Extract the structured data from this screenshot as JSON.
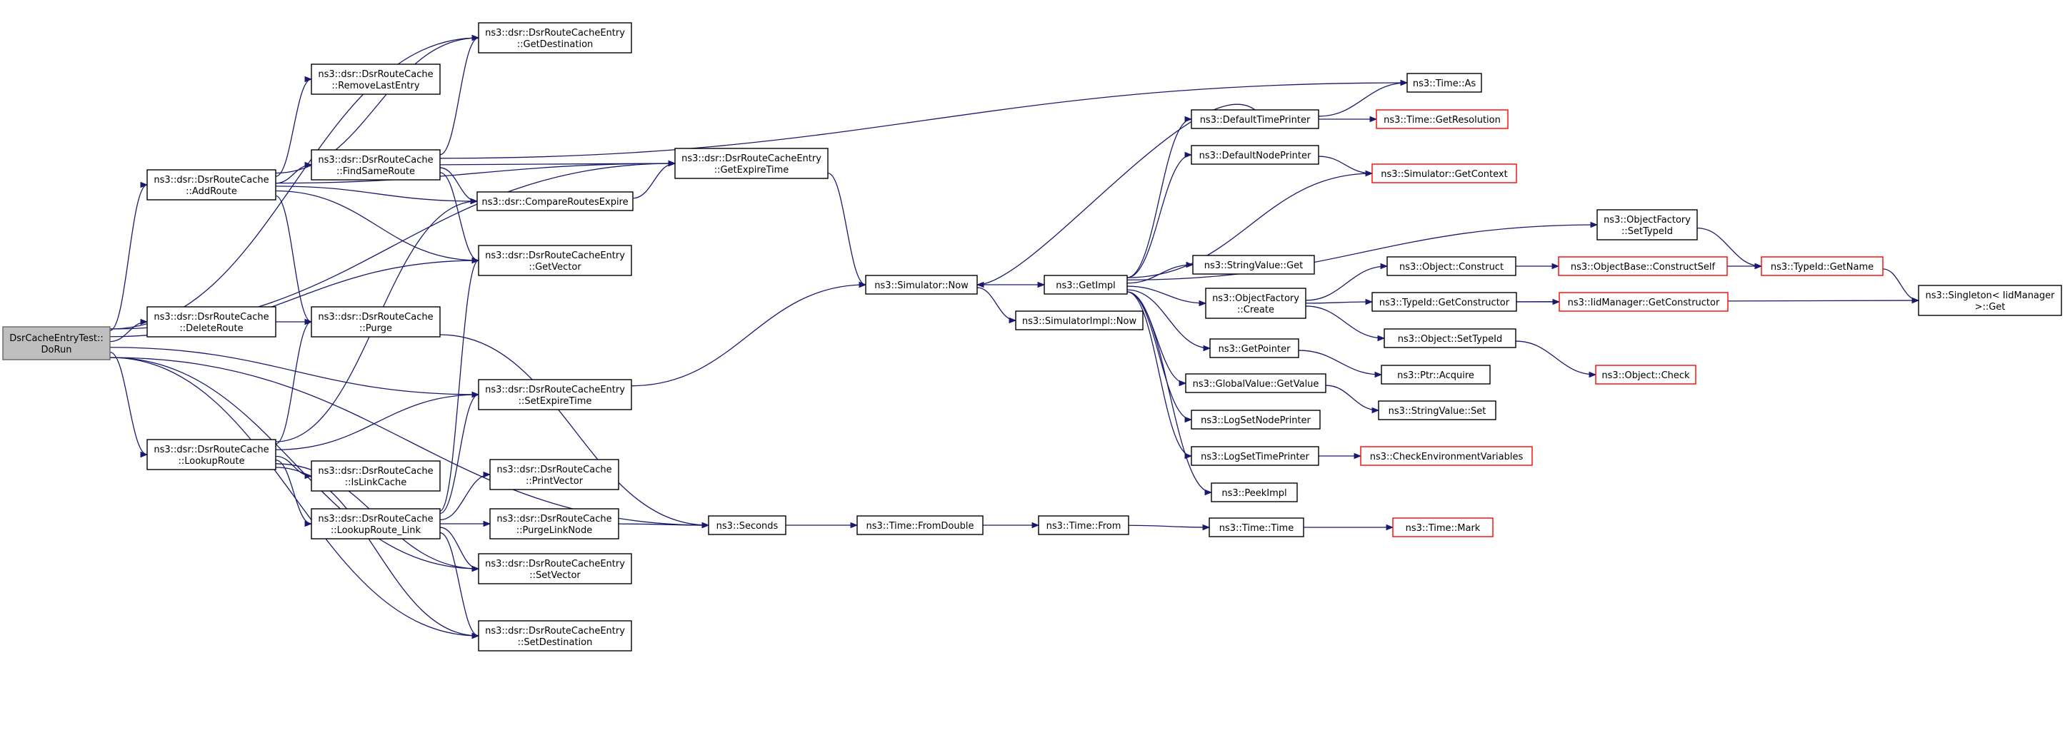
{
  "colors": {
    "edge": "#191970",
    "root_fill": "#bfbfbf",
    "truncated_border": "#ff0000",
    "node_border": "#000000"
  },
  "nodes": [
    {
      "id": "doRun",
      "lines": [
        "DsrCacheEntryTest::",
        "DoRun"
      ],
      "kind": "root"
    },
    {
      "id": "getDestination",
      "lines": [
        "ns3::dsr::DsrRouteCacheEntry",
        "::GetDestination"
      ],
      "kind": "normal"
    },
    {
      "id": "removeLastEntry",
      "lines": [
        "ns3::dsr::DsrRouteCache",
        "::RemoveLastEntry"
      ],
      "kind": "normal"
    },
    {
      "id": "addRoute",
      "lines": [
        "ns3::dsr::DsrRouteCache",
        "::AddRoute"
      ],
      "kind": "normal"
    },
    {
      "id": "findSameRoute",
      "lines": [
        "ns3::dsr::DsrRouteCache",
        "::FindSameRoute"
      ],
      "kind": "normal"
    },
    {
      "id": "getExpireTime",
      "lines": [
        "ns3::dsr::DsrRouteCacheEntry",
        "::GetExpireTime"
      ],
      "kind": "normal"
    },
    {
      "id": "compareRoutesExpire",
      "lines": [
        "ns3::dsr::CompareRoutesExpire"
      ],
      "kind": "normal"
    },
    {
      "id": "getVector",
      "lines": [
        "ns3::dsr::DsrRouteCacheEntry",
        "::GetVector"
      ],
      "kind": "normal"
    },
    {
      "id": "deleteRoute",
      "lines": [
        "ns3::dsr::DsrRouteCache",
        "::DeleteRoute"
      ],
      "kind": "normal"
    },
    {
      "id": "purge",
      "lines": [
        "ns3::dsr::DsrRouteCache",
        "::Purge"
      ],
      "kind": "normal"
    },
    {
      "id": "setExpireTime",
      "lines": [
        "ns3::dsr::DsrRouteCacheEntry",
        "::SetExpireTime"
      ],
      "kind": "normal"
    },
    {
      "id": "lookupRoute",
      "lines": [
        "ns3::dsr::DsrRouteCache",
        "::LookupRoute"
      ],
      "kind": "normal"
    },
    {
      "id": "isLinkCache",
      "lines": [
        "ns3::dsr::DsrRouteCache",
        "::IsLinkCache"
      ],
      "kind": "normal"
    },
    {
      "id": "printVector",
      "lines": [
        "ns3::dsr::DsrRouteCache",
        "::PrintVector"
      ],
      "kind": "normal"
    },
    {
      "id": "lookupRouteLink",
      "lines": [
        "ns3::dsr::DsrRouteCache",
        "::LookupRoute_Link"
      ],
      "kind": "normal"
    },
    {
      "id": "purgeLinkNode",
      "lines": [
        "ns3::dsr::DsrRouteCache",
        "::PurgeLinkNode"
      ],
      "kind": "normal"
    },
    {
      "id": "setVector",
      "lines": [
        "ns3::dsr::DsrRouteCacheEntry",
        "::SetVector"
      ],
      "kind": "normal"
    },
    {
      "id": "setDestination",
      "lines": [
        "ns3::dsr::DsrRouteCacheEntry",
        "::SetDestination"
      ],
      "kind": "normal"
    },
    {
      "id": "seconds",
      "lines": [
        "ns3::Seconds"
      ],
      "kind": "normal"
    },
    {
      "id": "simNow",
      "lines": [
        "ns3::Simulator::Now"
      ],
      "kind": "normal"
    },
    {
      "id": "simImplNow",
      "lines": [
        "ns3::SimulatorImpl::Now"
      ],
      "kind": "normal"
    },
    {
      "id": "getImpl",
      "lines": [
        "ns3::GetImpl"
      ],
      "kind": "normal"
    },
    {
      "id": "fromDouble",
      "lines": [
        "ns3::Time::FromDouble"
      ],
      "kind": "normal"
    },
    {
      "id": "timeFrom",
      "lines": [
        "ns3::Time::From"
      ],
      "kind": "normal"
    },
    {
      "id": "timeTime",
      "lines": [
        "ns3::Time::Time"
      ],
      "kind": "normal"
    },
    {
      "id": "timeMark",
      "lines": [
        "ns3::Time::Mark"
      ],
      "kind": "trunc"
    },
    {
      "id": "timeAs",
      "lines": [
        "ns3::Time::As"
      ],
      "kind": "normal"
    },
    {
      "id": "defaultTimePrinter",
      "lines": [
        "ns3::DefaultTimePrinter"
      ],
      "kind": "normal"
    },
    {
      "id": "getResolution",
      "lines": [
        "ns3::Time::GetResolution"
      ],
      "kind": "trunc"
    },
    {
      "id": "defaultNodePrinter",
      "lines": [
        "ns3::DefaultNodePrinter"
      ],
      "kind": "normal"
    },
    {
      "id": "getContext",
      "lines": [
        "ns3::Simulator::GetContext"
      ],
      "kind": "trunc"
    },
    {
      "id": "stringValueGet",
      "lines": [
        "ns3::StringValue::Get"
      ],
      "kind": "normal"
    },
    {
      "id": "objectFactoryCreate",
      "lines": [
        "ns3::ObjectFactory",
        "::Create"
      ],
      "kind": "normal"
    },
    {
      "id": "getPointer",
      "lines": [
        "ns3::GetPointer"
      ],
      "kind": "normal"
    },
    {
      "id": "globalValueGetValue",
      "lines": [
        "ns3::GlobalValue::GetValue"
      ],
      "kind": "normal"
    },
    {
      "id": "logSetNodePrinter",
      "lines": [
        "ns3::LogSetNodePrinter"
      ],
      "kind": "normal"
    },
    {
      "id": "logSetTimePrinter",
      "lines": [
        "ns3::LogSetTimePrinter"
      ],
      "kind": "normal"
    },
    {
      "id": "peekImpl",
      "lines": [
        "ns3::PeekImpl"
      ],
      "kind": "normal"
    },
    {
      "id": "objectFactorySetTypeId",
      "lines": [
        "ns3::ObjectFactory",
        "::SetTypeId"
      ],
      "kind": "normal"
    },
    {
      "id": "objectConstruct",
      "lines": [
        "ns3::Object::Construct"
      ],
      "kind": "normal"
    },
    {
      "id": "typeIdGetConstructor",
      "lines": [
        "ns3::TypeId::GetConstructor"
      ],
      "kind": "normal"
    },
    {
      "id": "objectSetTypeId",
      "lines": [
        "ns3::Object::SetTypeId"
      ],
      "kind": "normal"
    },
    {
      "id": "ptrAcquire",
      "lines": [
        "ns3::Ptr::Acquire"
      ],
      "kind": "normal"
    },
    {
      "id": "stringValueSet",
      "lines": [
        "ns3::StringValue::Set"
      ],
      "kind": "normal"
    },
    {
      "id": "checkEnvVars",
      "lines": [
        "ns3::CheckEnvironmentVariables"
      ],
      "kind": "trunc"
    },
    {
      "id": "constructSelf",
      "lines": [
        "ns3::ObjectBase::ConstructSelf"
      ],
      "kind": "trunc"
    },
    {
      "id": "iidGetConstructor",
      "lines": [
        "ns3::IidManager::GetConstructor"
      ],
      "kind": "trunc"
    },
    {
      "id": "objectCheck",
      "lines": [
        "ns3::Object::Check"
      ],
      "kind": "trunc"
    },
    {
      "id": "typeIdGetName",
      "lines": [
        "ns3::TypeId::GetName"
      ],
      "kind": "trunc"
    },
    {
      "id": "singletonGet",
      "lines": [
        "ns3::Singleton< IidManager",
        ">::Get"
      ],
      "kind": "normal"
    }
  ],
  "edges": [
    [
      "doRun",
      "getDestination"
    ],
    [
      "doRun",
      "getExpireTime"
    ],
    [
      "doRun",
      "addRoute"
    ],
    [
      "doRun",
      "getVector"
    ],
    [
      "doRun",
      "deleteRoute"
    ],
    [
      "doRun",
      "setExpireTime"
    ],
    [
      "doRun",
      "lookupRoute"
    ],
    [
      "doRun",
      "setVector"
    ],
    [
      "doRun",
      "setDestination"
    ],
    [
      "doRun",
      "seconds"
    ],
    [
      "addRoute",
      "getDestination"
    ],
    [
      "addRoute",
      "removeLastEntry"
    ],
    [
      "addRoute",
      "findSameRoute"
    ],
    [
      "addRoute",
      "getExpireTime"
    ],
    [
      "addRoute",
      "compareRoutesExpire"
    ],
    [
      "addRoute",
      "getVector"
    ],
    [
      "addRoute",
      "purge"
    ],
    [
      "findSameRoute",
      "getDestination"
    ],
    [
      "findSameRoute",
      "getExpireTime"
    ],
    [
      "findSameRoute",
      "compareRoutesExpire"
    ],
    [
      "findSameRoute",
      "getVector"
    ],
    [
      "findSameRoute",
      "timeAs"
    ],
    [
      "compareRoutesExpire",
      "getExpireTime"
    ],
    [
      "getExpireTime",
      "simNow"
    ],
    [
      "deleteRoute",
      "purge"
    ],
    [
      "purge",
      "seconds"
    ],
    [
      "setExpireTime",
      "simNow"
    ],
    [
      "lookupRoute",
      "purge"
    ],
    [
      "lookupRoute",
      "compareRoutesExpire"
    ],
    [
      "lookupRoute",
      "setExpireTime"
    ],
    [
      "lookupRoute",
      "isLinkCache"
    ],
    [
      "lookupRoute",
      "lookupRouteLink"
    ],
    [
      "lookupRoute",
      "setVector"
    ],
    [
      "lookupRoute",
      "setDestination"
    ],
    [
      "lookupRouteLink",
      "getVector"
    ],
    [
      "lookupRouteLink",
      "setExpireTime"
    ],
    [
      "lookupRouteLink",
      "printVector"
    ],
    [
      "lookupRouteLink",
      "purgeLinkNode"
    ],
    [
      "lookupRouteLink",
      "setVector"
    ],
    [
      "lookupRouteLink",
      "setDestination"
    ],
    [
      "purgeLinkNode",
      "seconds"
    ],
    [
      "seconds",
      "fromDouble"
    ],
    [
      "fromDouble",
      "timeFrom"
    ],
    [
      "timeFrom",
      "timeTime"
    ],
    [
      "timeTime",
      "timeMark"
    ],
    [
      "simNow",
      "getImpl"
    ],
    [
      "simNow",
      "simImplNow"
    ],
    [
      "defaultTimePrinter",
      "simNow"
    ],
    [
      "getImpl",
      "defaultTimePrinter"
    ],
    [
      "getImpl",
      "defaultNodePrinter"
    ],
    [
      "getImpl",
      "getContext"
    ],
    [
      "getImpl",
      "objectFactorySetTypeId"
    ],
    [
      "getImpl",
      "stringValueGet"
    ],
    [
      "getImpl",
      "objectFactoryCreate"
    ],
    [
      "getImpl",
      "getPointer"
    ],
    [
      "getImpl",
      "globalValueGetValue"
    ],
    [
      "getImpl",
      "logSetNodePrinter"
    ],
    [
      "getImpl",
      "logSetTimePrinter"
    ],
    [
      "getImpl",
      "peekImpl"
    ],
    [
      "defaultTimePrinter",
      "timeAs"
    ],
    [
      "defaultTimePrinter",
      "getResolution"
    ],
    [
      "defaultNodePrinter",
      "getContext"
    ],
    [
      "objectFactorySetTypeId",
      "typeIdGetName"
    ],
    [
      "objectFactoryCreate",
      "objectConstruct"
    ],
    [
      "objectFactoryCreate",
      "typeIdGetConstructor"
    ],
    [
      "objectFactoryCreate",
      "objectSetTypeId"
    ],
    [
      "objectConstruct",
      "constructSelf"
    ],
    [
      "constructSelf",
      "typeIdGetName"
    ],
    [
      "typeIdGetConstructor",
      "iidGetConstructor"
    ],
    [
      "typeIdGetConstructor",
      "singletonGet"
    ],
    [
      "typeIdGetName",
      "singletonGet"
    ],
    [
      "objectSetTypeId",
      "objectCheck"
    ],
    [
      "getPointer",
      "ptrAcquire"
    ],
    [
      "globalValueGetValue",
      "stringValueSet"
    ],
    [
      "logSetTimePrinter",
      "checkEnvVars"
    ]
  ]
}
